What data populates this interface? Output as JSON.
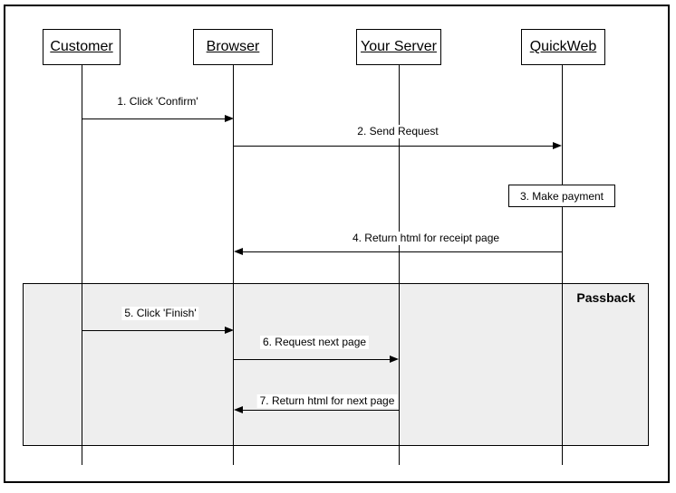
{
  "diagram": {
    "actors": [
      {
        "name": "Customer"
      },
      {
        "name": "Browser"
      },
      {
        "name": "Your Server"
      },
      {
        "name": "QuickWeb"
      }
    ],
    "messages": [
      {
        "label": "1. Click 'Confirm'",
        "from": "Customer",
        "to": "Browser"
      },
      {
        "label": "2. Send Request",
        "from": "Browser",
        "to": "QuickWeb"
      },
      {
        "label": "3. Make payment",
        "from": "QuickWeb",
        "to": "QuickWeb",
        "type": "self-note"
      },
      {
        "label": "4. Return html for receipt page",
        "from": "QuickWeb",
        "to": "Browser"
      },
      {
        "label": "5. Click 'Finish'",
        "from": "Customer",
        "to": "Browser"
      },
      {
        "label": "6. Request next page",
        "from": "Browser",
        "to": "Your Server"
      },
      {
        "label": "7. Return html for next page",
        "from": "Your Server",
        "to": "Browser"
      }
    ],
    "region": {
      "label": "Passback"
    },
    "colors": {
      "line": "#000000",
      "region_fill": "#eeeeee",
      "background": "#ffffff"
    }
  }
}
